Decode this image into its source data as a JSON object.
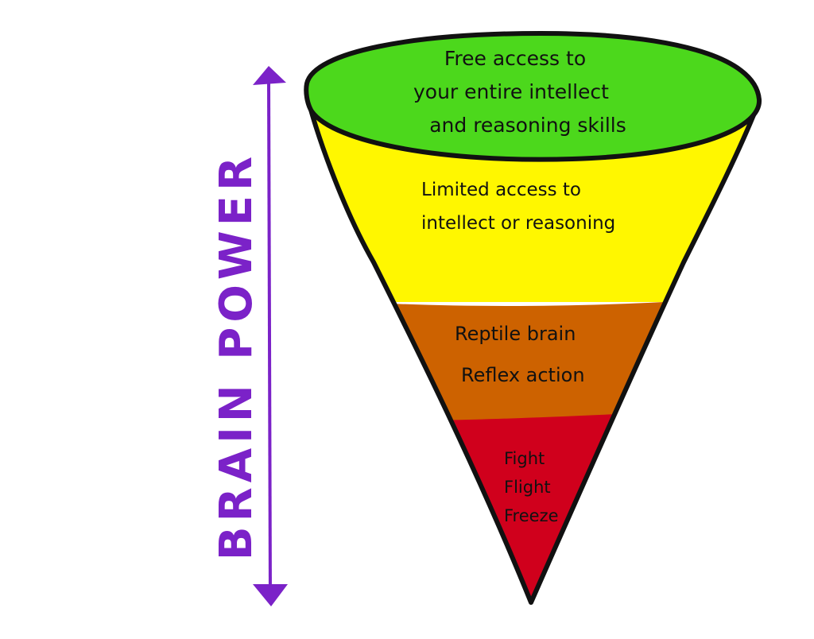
{
  "title": "Brain Power funnel",
  "axis": {
    "label": "BRAIN POWER",
    "color": "#7b22c8",
    "direction": "both"
  },
  "levels": [
    {
      "id": "top",
      "lines": [
        "Free access to",
        "your entire intellect",
        "and reasoning skills"
      ],
      "color": "#4cd81c"
    },
    {
      "id": "upper",
      "lines": [
        "Limited access to",
        "intellect or reasoning"
      ],
      "color": "#fff700"
    },
    {
      "id": "middle",
      "lines": [
        "Reptile brain",
        "Reflex action"
      ],
      "color": "#cd6200"
    },
    {
      "id": "bottom",
      "lines": [
        "Fight",
        "Flight",
        "Freeze"
      ],
      "color": "#d0001c"
    }
  ],
  "outline_color": "#111111"
}
